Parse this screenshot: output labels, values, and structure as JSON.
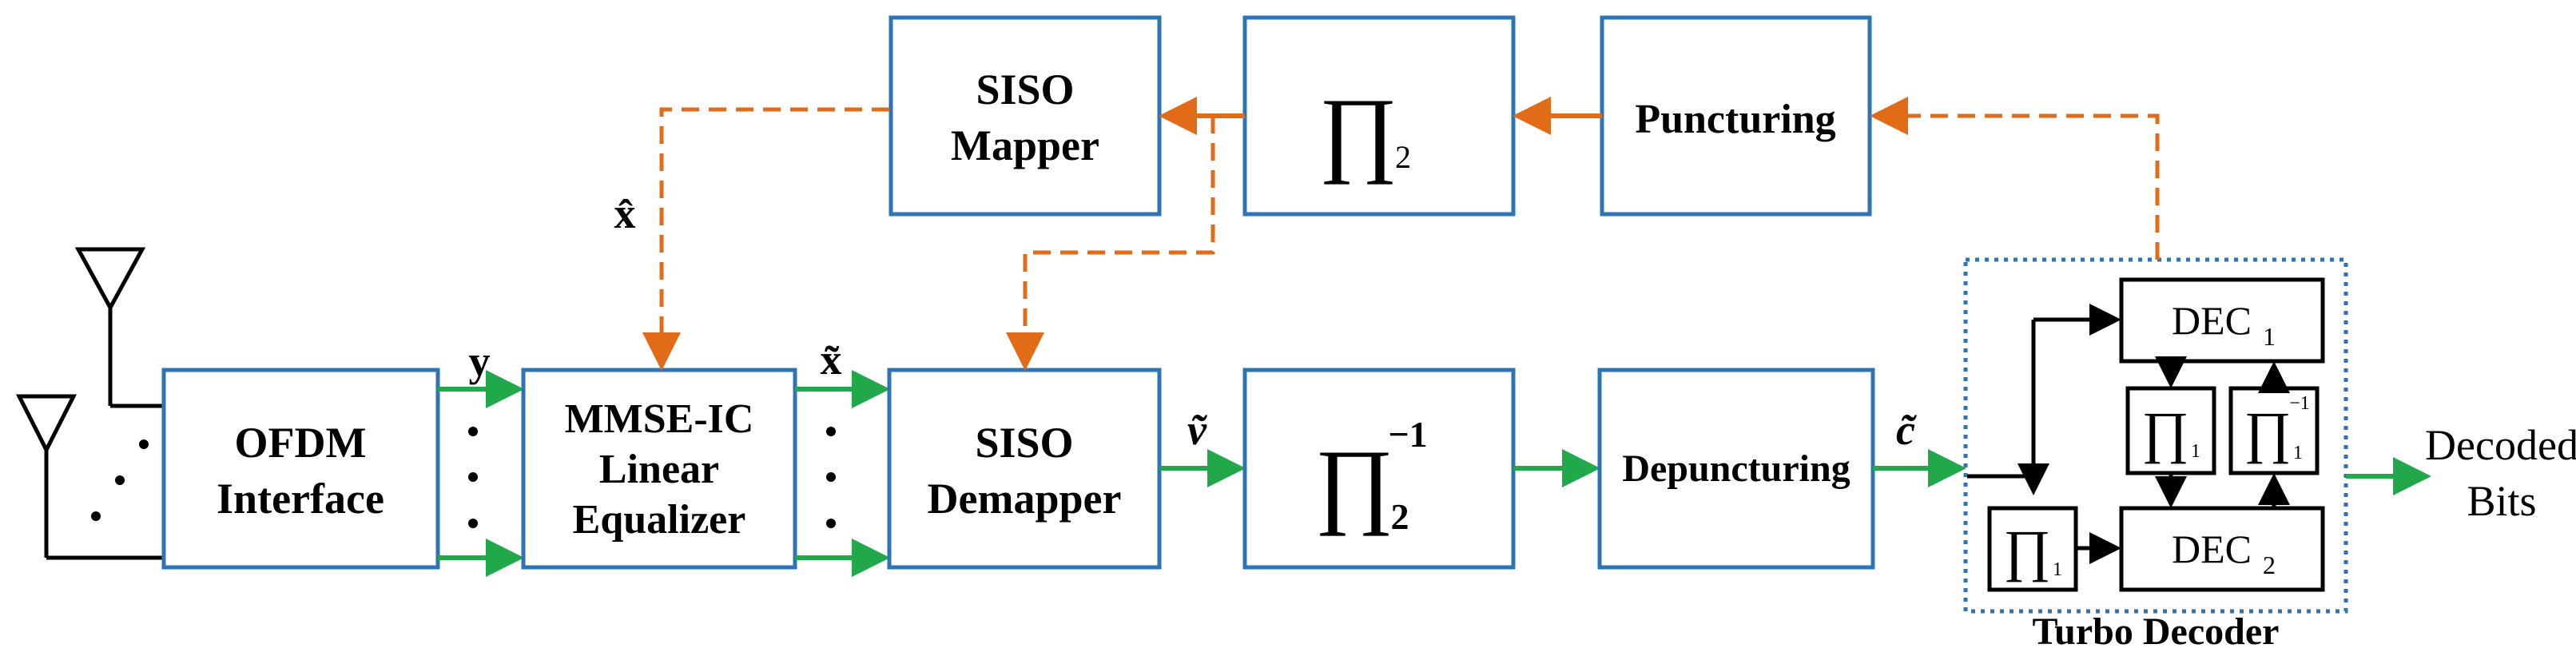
{
  "blocks": {
    "ofdm": [
      "OFDM",
      "Interface"
    ],
    "mmse": [
      "MMSE-IC",
      "Linear",
      "Equalizer"
    ],
    "siso_demapper": [
      "SISO",
      "Demapper"
    ],
    "siso_mapper": [
      "SISO",
      "Mapper"
    ],
    "pi": "∏",
    "pi2_sub": "2",
    "pi2_inv_sup": "−1",
    "pi1_sub": "1",
    "puncturing": "Puncturing",
    "depuncturing": "Depuncturing"
  },
  "turbo": {
    "title": "Turbo Decoder",
    "dec1": "DEC",
    "dec1_sub": "1",
    "dec2": "DEC",
    "dec2_sub": "2"
  },
  "signals": {
    "y": "y",
    "x_tilde": "x̃",
    "x_hat": "x̂",
    "v_tilde": "ṽ",
    "c_tilde": "c̃"
  },
  "output": [
    "Decoded",
    "Bits"
  ],
  "colors": {
    "block_border": "#2e74b5",
    "forward_arrow": "#21a84b",
    "feedback_arrow": "#e26b17",
    "turbo_border": "#2e74b5"
  }
}
